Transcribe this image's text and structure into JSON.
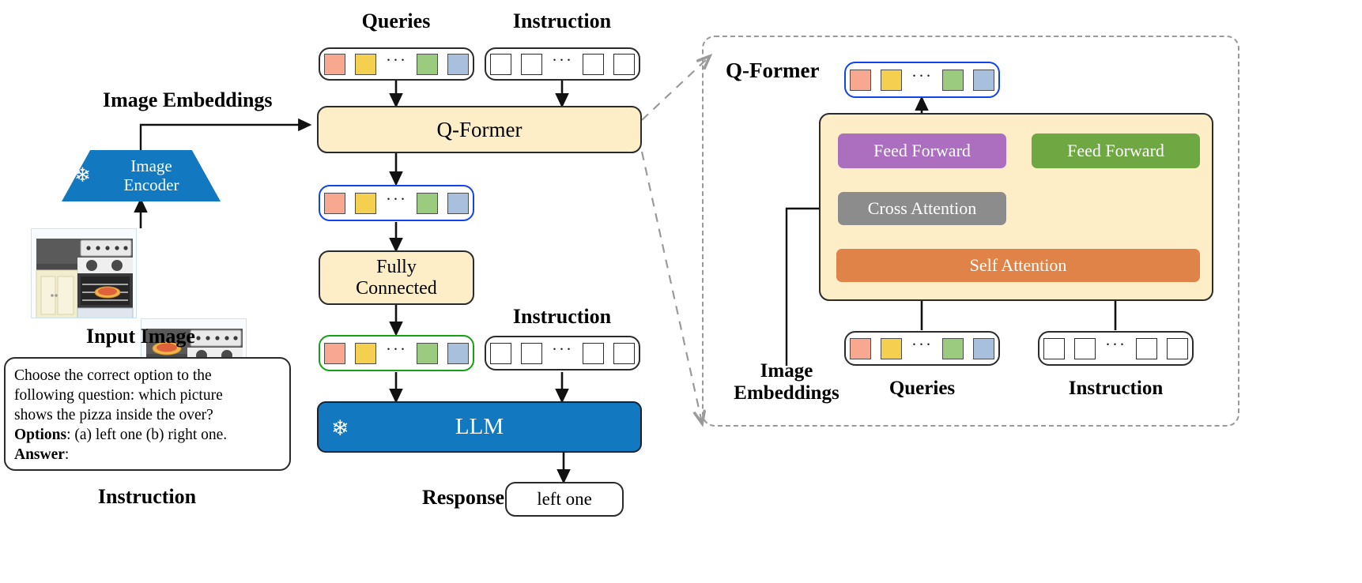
{
  "diagram": {
    "title": "InstructBLIP-style Q-Former architecture",
    "colors": {
      "beige": "#fdeec8",
      "blue": "#1278c0",
      "token_red": "#f8a890",
      "token_yellow": "#f5cf50",
      "token_green": "#9bcb7f",
      "token_blue": "#a8bfde",
      "feed_forward_purple": "#ac6ebe",
      "feed_forward_green": "#6fa842",
      "cross_attention_gray": "#8c8c8c",
      "self_attention_orange": "#e08348",
      "highlight_blue_border": "#1144ee",
      "highlight_green_border": "#15a015",
      "dashed_gray": "#9a9a9a"
    }
  },
  "left": {
    "image_embeddings_label": "Image Embeddings",
    "image_encoder_label_line1": "Image",
    "image_encoder_label_line2": "Encoder",
    "snowflake_icon": "snowflake-icon",
    "input_image_label": "Input Image",
    "instruction_label": "Instruction",
    "instruction_text": {
      "line1": "Choose the correct option to the",
      "line2": "following question: which picture",
      "line3": "shows the pizza inside the over?",
      "options_key": "Options",
      "options_value": ": (a) left one (b) right one.",
      "answer_key": "Answer",
      "answer_value": ":"
    },
    "photos": [
      {
        "name": "oven-with-pizza-inside",
        "pizza_location": "inside-oven"
      },
      {
        "name": "oven-with-pizza-on-counter",
        "pizza_location": "on-counter"
      }
    ]
  },
  "middle": {
    "queries_label": "Queries",
    "instruction_label_top": "Instruction",
    "instruction_label_bottom": "Instruction",
    "qformer_label": "Q-Former",
    "fully_connected_label_line1": "Fully",
    "fully_connected_label_line2": "Connected",
    "llm_label": "LLM",
    "llm_snowflake_icon": "snowflake-icon",
    "response_label": "Response",
    "response_value": "left one",
    "query_tokens": [
      "#f8a890",
      "#f5cf50",
      "ellipsis",
      "#9bcb7f",
      "#a8bfde"
    ],
    "instruction_tokens": [
      "empty",
      "empty",
      "ellipsis",
      "empty",
      "empty"
    ],
    "ellipsis": "···"
  },
  "right": {
    "panel_title": "Q-Former",
    "output_tokens": [
      "#f8a890",
      "#f5cf50",
      "ellipsis",
      "#9bcb7f",
      "#a8bfde"
    ],
    "blocks": {
      "feed_forward_left": "Feed Forward",
      "feed_forward_right": "Feed Forward",
      "cross_attention": "Cross Attention",
      "self_attention": "Self Attention"
    },
    "image_embeddings_label_line1": "Image",
    "image_embeddings_label_line2": "Embeddings",
    "queries_label": "Queries",
    "instruction_label": "Instruction",
    "query_tokens": [
      "#f8a890",
      "#f5cf50",
      "ellipsis",
      "#9bcb7f",
      "#a8bfde"
    ],
    "instruction_tokens": [
      "empty",
      "empty",
      "ellipsis",
      "empty",
      "empty"
    ]
  }
}
